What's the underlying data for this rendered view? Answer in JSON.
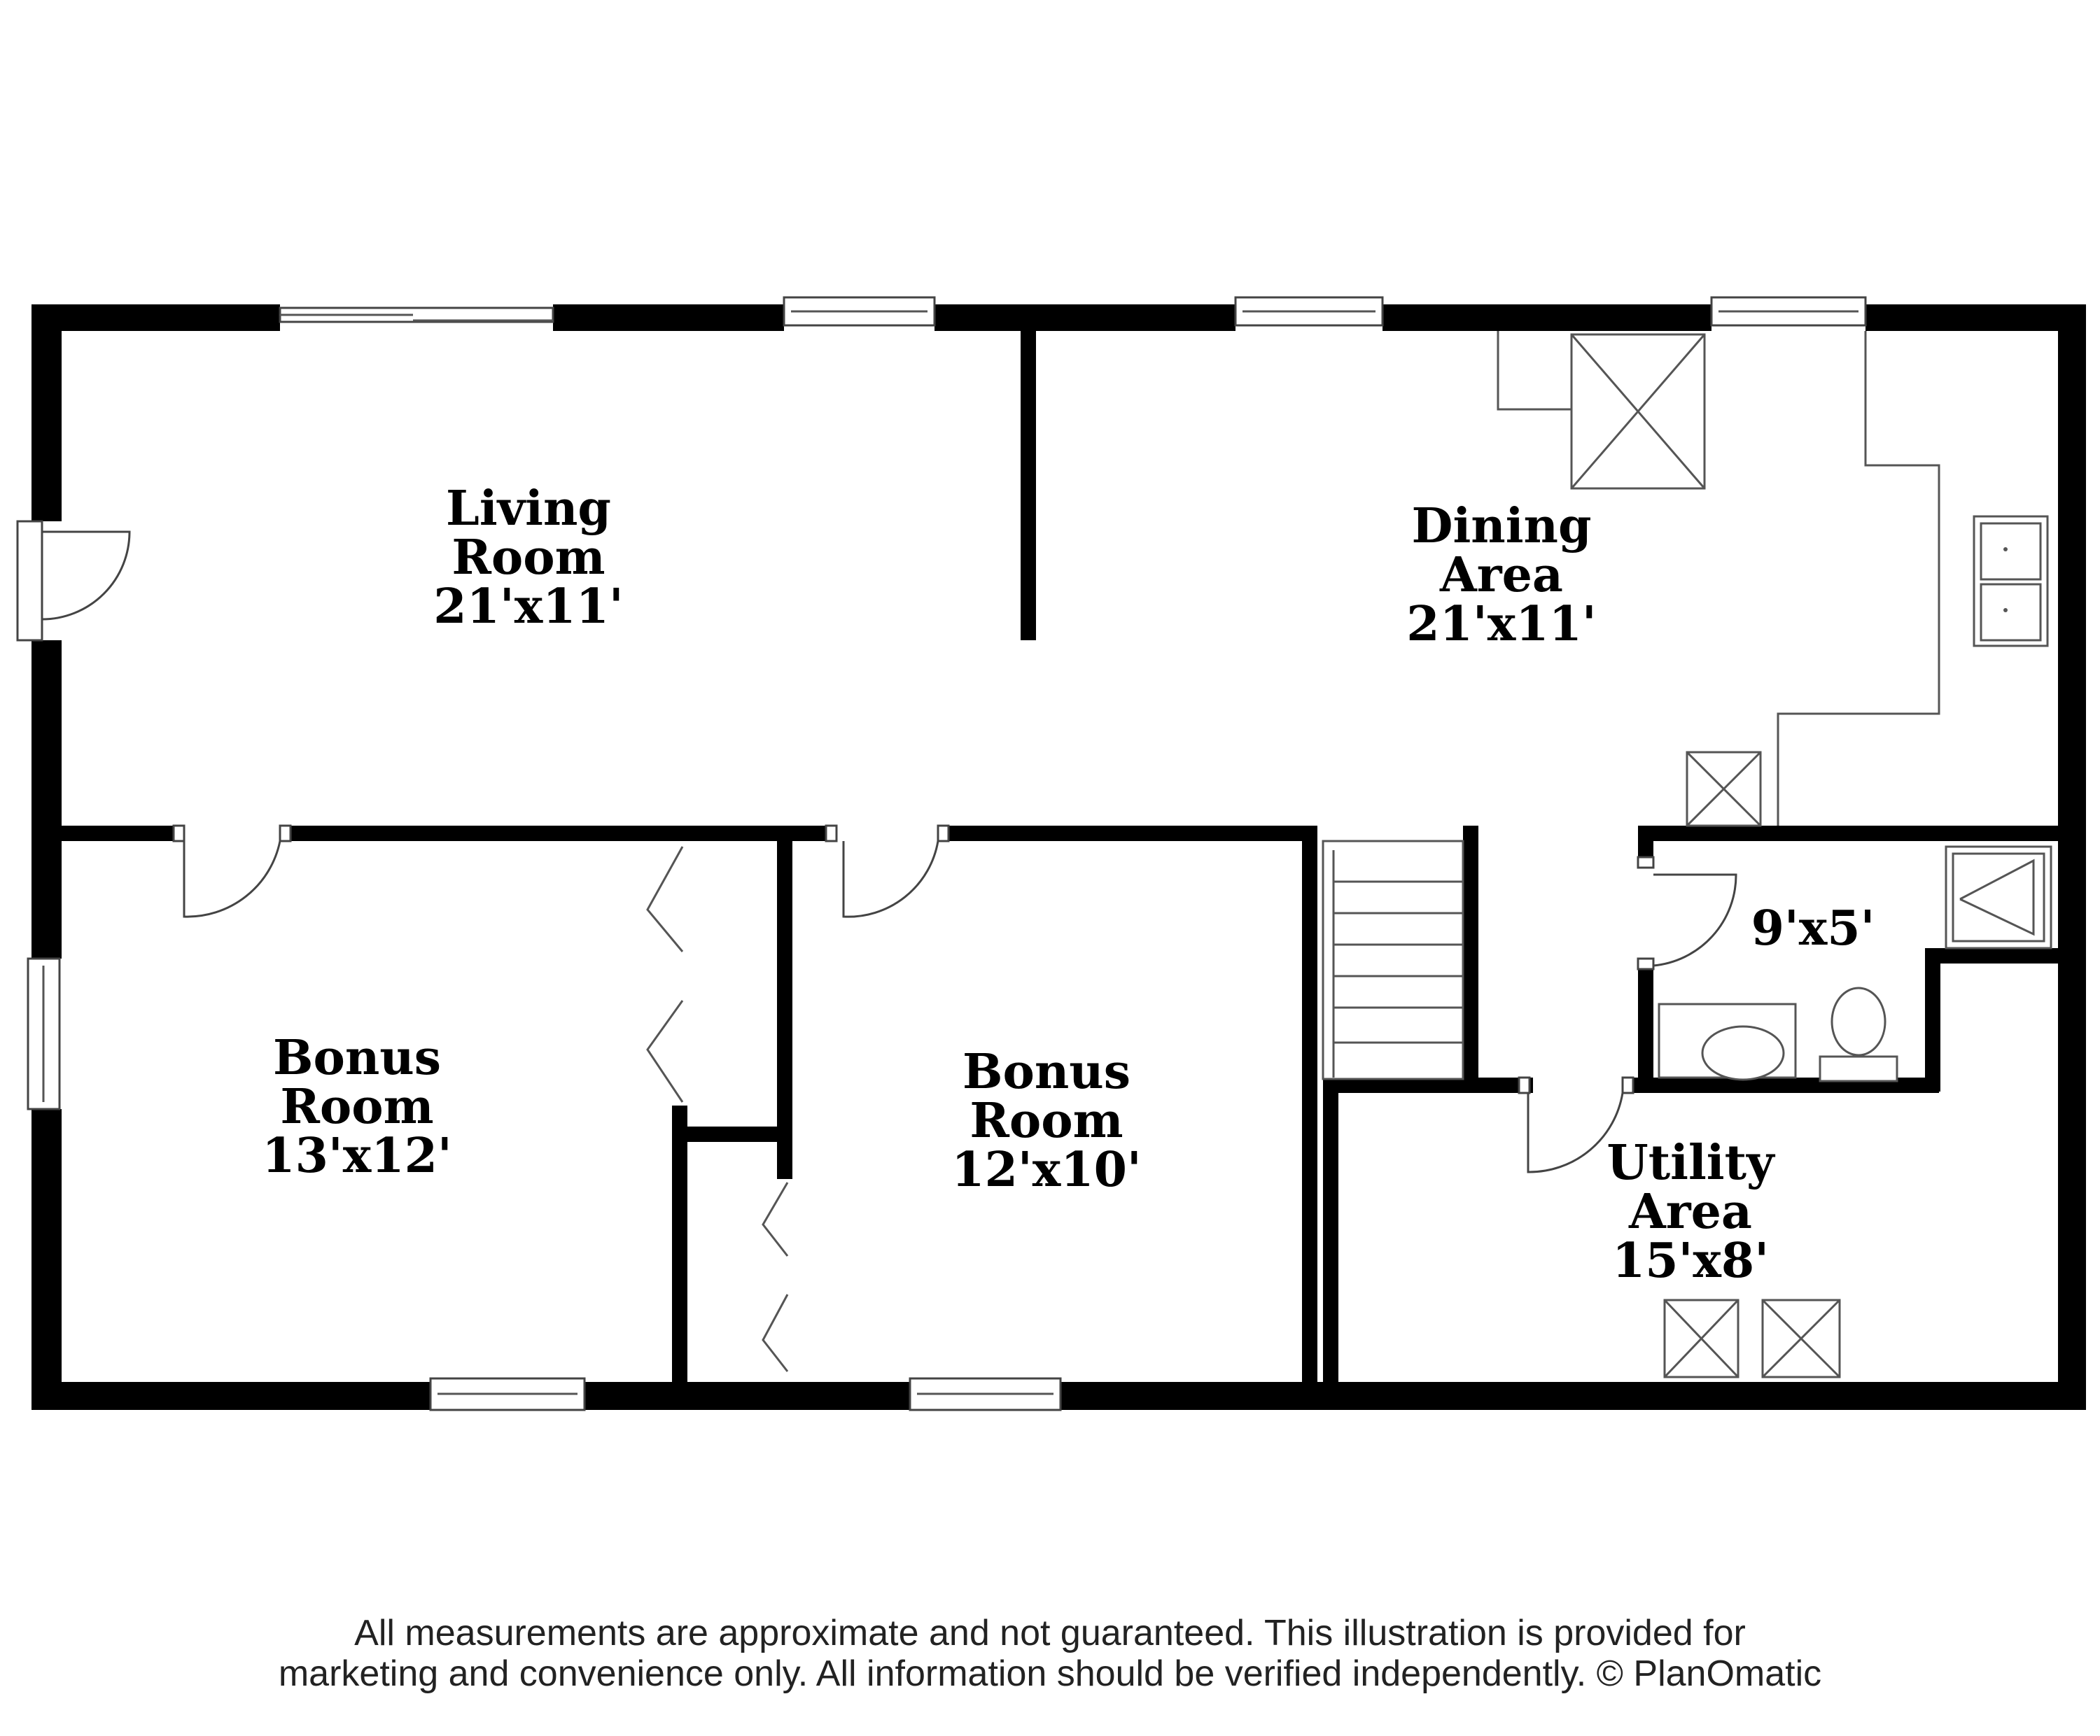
{
  "rooms": {
    "living": {
      "name_1": "Living",
      "name_2": "Room",
      "size": "21'x11'"
    },
    "dining": {
      "name_1": "Dining",
      "name_2": "Area",
      "size": "21'x11'"
    },
    "bonus_left": {
      "name_1": "Bonus",
      "name_2": "Room",
      "size": "13'x12'"
    },
    "bonus_mid": {
      "name_1": "Bonus",
      "name_2": "Room",
      "size": "12'x10'"
    },
    "bath": {
      "size": "9'x5'"
    },
    "utility": {
      "name_1": "Utility",
      "name_2": "Area",
      "size": "15'x8'"
    }
  },
  "disclaimer": {
    "line1": "All measurements are approximate and not guaranteed. This illustration is provided for",
    "line2": "marketing and convenience only. All information should be verified independently. © PlanOmatic"
  },
  "colors": {
    "wall": "#000000",
    "background": "#ffffff",
    "fixture_line": "#555555"
  }
}
